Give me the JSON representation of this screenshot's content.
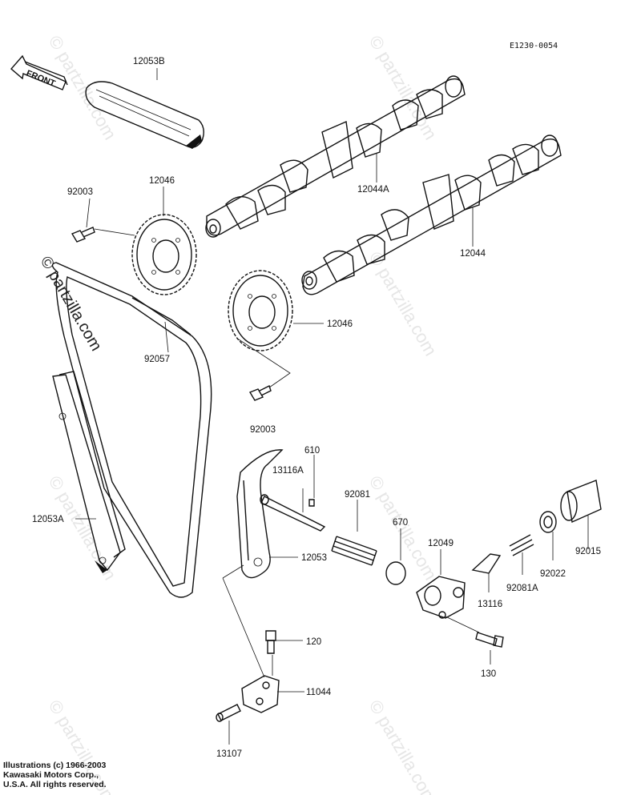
{
  "diagram": {
    "code": "E1230-0054",
    "front_label": "FRONT"
  },
  "watermark": {
    "text": "© partzilla.com"
  },
  "credit": {
    "line1": "Illustrations (c) 1966-2003",
    "line2": "Kawasaki Motors Corp.,",
    "line3": "U.S.A. All rights reserved."
  },
  "callouts": {
    "c12053B": "12053B",
    "c12046_top": "12046",
    "c92003_top": "92003",
    "c12044A": "12044A",
    "c12044": "12044",
    "c12046_mid": "12046",
    "c92057": "92057",
    "c92003_mid": "92003",
    "c12053A": "12053A",
    "c610": "610",
    "c13116A": "13116A",
    "c92081": "92081",
    "c670": "670",
    "c12049": "12049",
    "c92015": "92015",
    "c92022": "92022",
    "c92081A": "92081A",
    "c13116": "13116",
    "c12053": "12053",
    "c120": "120",
    "c130": "130",
    "c11044": "11044",
    "c13107": "13107"
  }
}
